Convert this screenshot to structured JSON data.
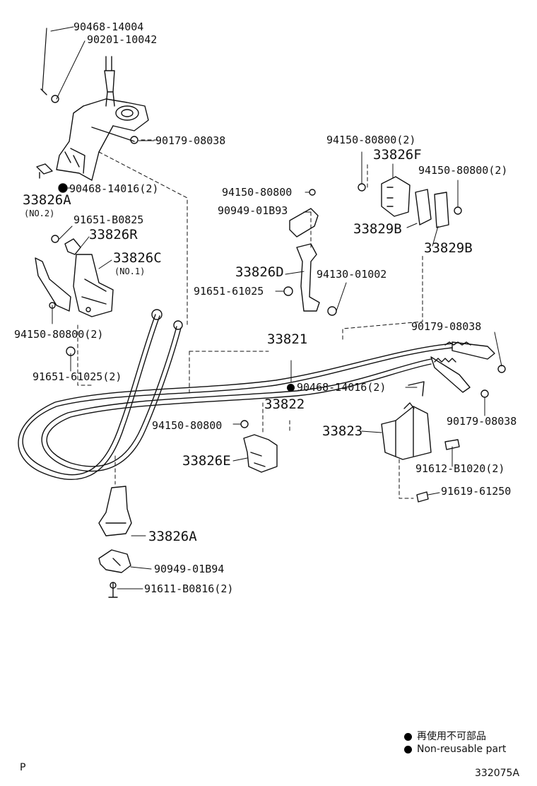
{
  "labels": {
    "p_90468_14004": "90468-14004",
    "p_90201_10042": "90201-10042",
    "p_90179_08038_a": "90179-08038",
    "p_33826A_top": "33826A",
    "p_no2": "(NO.2)",
    "p_90468_14016_a": "90468-14016(2)",
    "p_91651_B0825": "91651-B0825",
    "p_33826R": "33826R",
    "p_33826C": "33826C",
    "p_no1": "(NO.1)",
    "p_94150_80800_2a": "94150-80800(2)",
    "p_91651_61025_2": "91651-61025(2)",
    "p_94150_80800_a": "94150-80800",
    "p_90949_01B93": "90949-01B93",
    "p_33826D": "33826D",
    "p_94130_01002": "94130-01002",
    "p_91651_61025": "91651-61025",
    "p_94150_80800_2b": "94150-80800(2)",
    "p_33826F": "33826F",
    "p_94150_80800_2c": "94150-80800(2)",
    "p_33829B_a": "33829B",
    "p_33829B_b": "33829B",
    "p_33821": "33821",
    "p_90179_08038_b": "90179-08038",
    "p_90468_14016_b": "90468-14016(2)",
    "p_33822": "33822",
    "p_94150_80800_b": "94150-80800",
    "p_33823": "33823",
    "p_90179_08038_c": "90179-08038",
    "p_33826E": "33826E",
    "p_91612_B1020": "91612-B1020(2)",
    "p_91619_61250": "91619-61250",
    "p_33826A_bot": "33826A",
    "p_90949_01B94": "90949-01B94",
    "p_91611_B0816": "91611-B0816(2)"
  },
  "legend": {
    "japanese": "再使用不可部品",
    "english": "Non-reusable part"
  },
  "footer": {
    "page_marker": "P",
    "figure_code": "332075A"
  }
}
